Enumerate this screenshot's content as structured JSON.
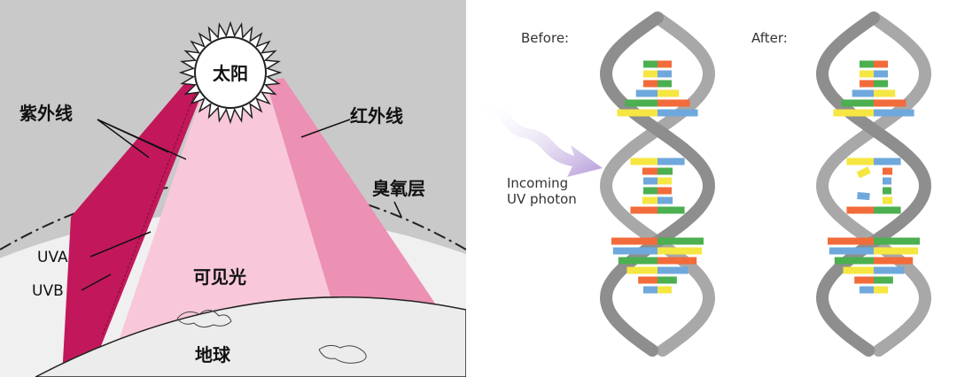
{
  "left_diagram": {
    "sun_label": "太阳",
    "uv_label": "紫外线",
    "ir_label": "红外线",
    "ozone_label": "臭氧层",
    "uva_label": "UVA",
    "uvb_label": "UVB",
    "visible_label": "可见光",
    "earth_label": "地球",
    "colors": {
      "sky": "#c9c9c9",
      "uv_band": "#c2185b",
      "visible_band": "#f8c8da",
      "ir_band": "#ec90b4",
      "earth": "#ececec"
    }
  },
  "right_diagram": {
    "before_label": "Before:",
    "after_label": "After:",
    "photon_label_line1": "Incoming",
    "photon_label_line2": "UV photon",
    "colors": {
      "backbone": "#a8a8a8",
      "base_green": "#4caf50",
      "base_yellow": "#f5e642",
      "base_orange": "#f26b3a",
      "base_blue": "#6fa8dc",
      "photon": "#c7b3e6"
    }
  }
}
